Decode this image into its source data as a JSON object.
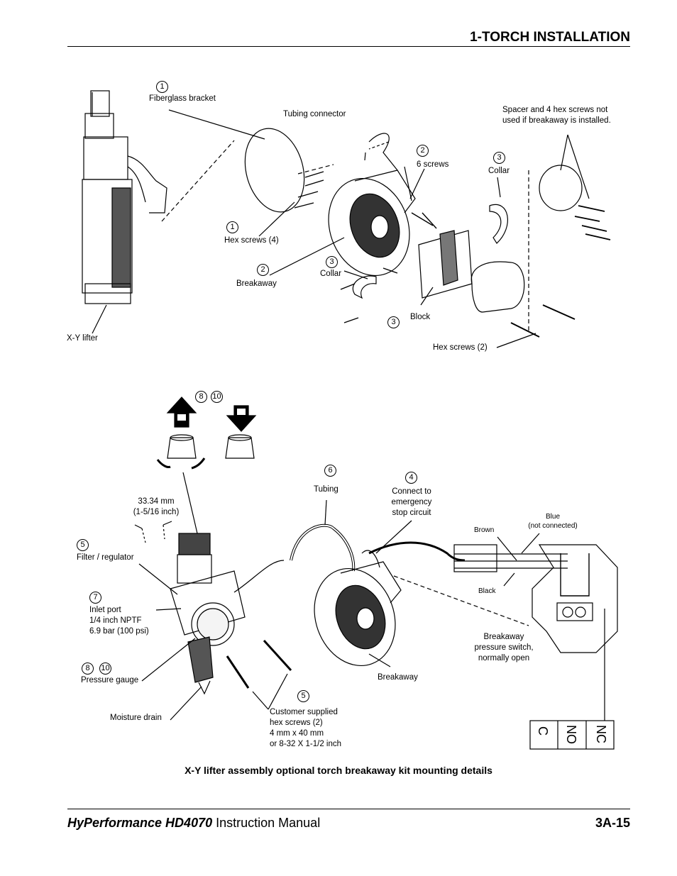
{
  "header": {
    "section_title": "1-TORCH INSTALLATION"
  },
  "callouts": {
    "n1": "1",
    "n2": "2",
    "n3": "3",
    "n4": "4",
    "n5": "5",
    "n6": "6",
    "n7": "7",
    "n8": "8",
    "n10": "10"
  },
  "labels": {
    "fiberglass_bracket": "Fiberglass bracket",
    "tubing_connector": "Tubing connector",
    "spacer_note_1": "Spacer and 4 hex screws not",
    "spacer_note_2": "used if breakaway is installed.",
    "six_screws": "6 screws",
    "collar": "Collar",
    "hex_screws_4": "Hex screws (4)",
    "breakaway": "Breakaway",
    "block": "Block",
    "hex_screws_2": "Hex screws (2)",
    "xy_lifter": "X-Y lifter",
    "dim_mm": "33.34 mm",
    "dim_in": "(1-5/16 inch)",
    "tubing": "Tubing",
    "connect_1": "Connect to",
    "connect_2": "emergency",
    "connect_3": "stop circuit",
    "blue": "Blue",
    "not_connected": "(not connected)",
    "brown": "Brown",
    "black": "Black",
    "filter_regulator": "Filter / regulator",
    "inlet_1": "Inlet port",
    "inlet_2": "1/4 inch NPTF",
    "inlet_3": "6.9 bar (100 psi)",
    "pressure_gauge": "Pressure gauge",
    "moisture_drain": "Moisture drain",
    "cust_1": "Customer supplied",
    "cust_2": "hex screws (2)",
    "cust_3": "4 mm x 40 mm",
    "cust_4": "or 8-32 X 1-1/2 inch",
    "switch_1": "Breakaway",
    "switch_2": "pressure switch,",
    "switch_3": "normally open",
    "term_c": "C",
    "term_no": "NO",
    "term_nc": "NC"
  },
  "caption": "X-Y lifter assembly optional torch breakaway kit mounting details",
  "footer": {
    "product": "HyPerformance HD4070",
    "manual": " Instruction Manual",
    "page": "3A-15"
  }
}
